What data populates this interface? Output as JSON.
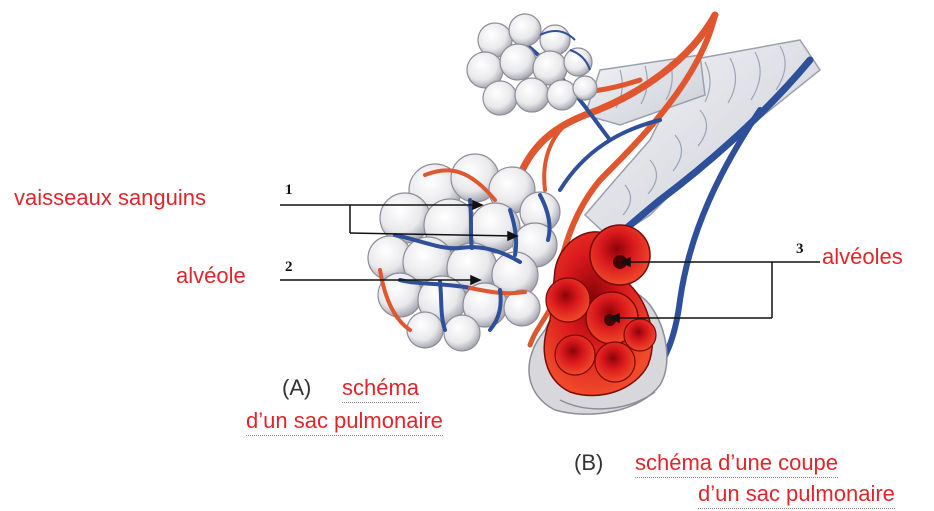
{
  "colors": {
    "label_red": "#e0262b",
    "text_dark": "#333333",
    "artery": "#e0572f",
    "vein": "#2e4f9a",
    "alveolus": "#eeeeef",
    "section_red": "#c8141a"
  },
  "labels": {
    "vessels": "vaisseaux sanguins",
    "alveole": "alvéole",
    "alveoles": "alvéoles"
  },
  "numbers": {
    "one": "1",
    "two": "2",
    "three": "3"
  },
  "captions": {
    "a_letter": "(A)",
    "a_line1": "schéma",
    "a_line2": "d’un sac pulmonaire",
    "b_letter": "(B)",
    "b_line1": "schéma d’une coupe",
    "b_line2": "d’un sac pulmonaire"
  }
}
